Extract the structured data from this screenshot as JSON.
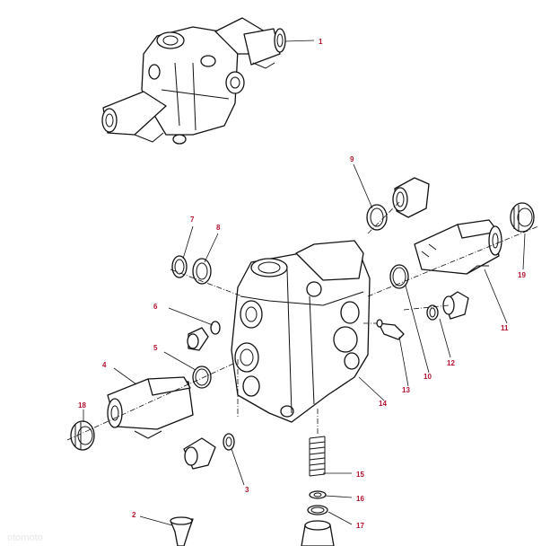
{
  "diagram": {
    "callouts": [
      "1",
      "2",
      "3",
      "4",
      "5",
      "6",
      "7",
      "8",
      "9",
      "10",
      "11",
      "12",
      "13",
      "14",
      "15",
      "16",
      "17",
      "18",
      "19"
    ]
  },
  "watermark": {
    "text": "otomoto"
  }
}
